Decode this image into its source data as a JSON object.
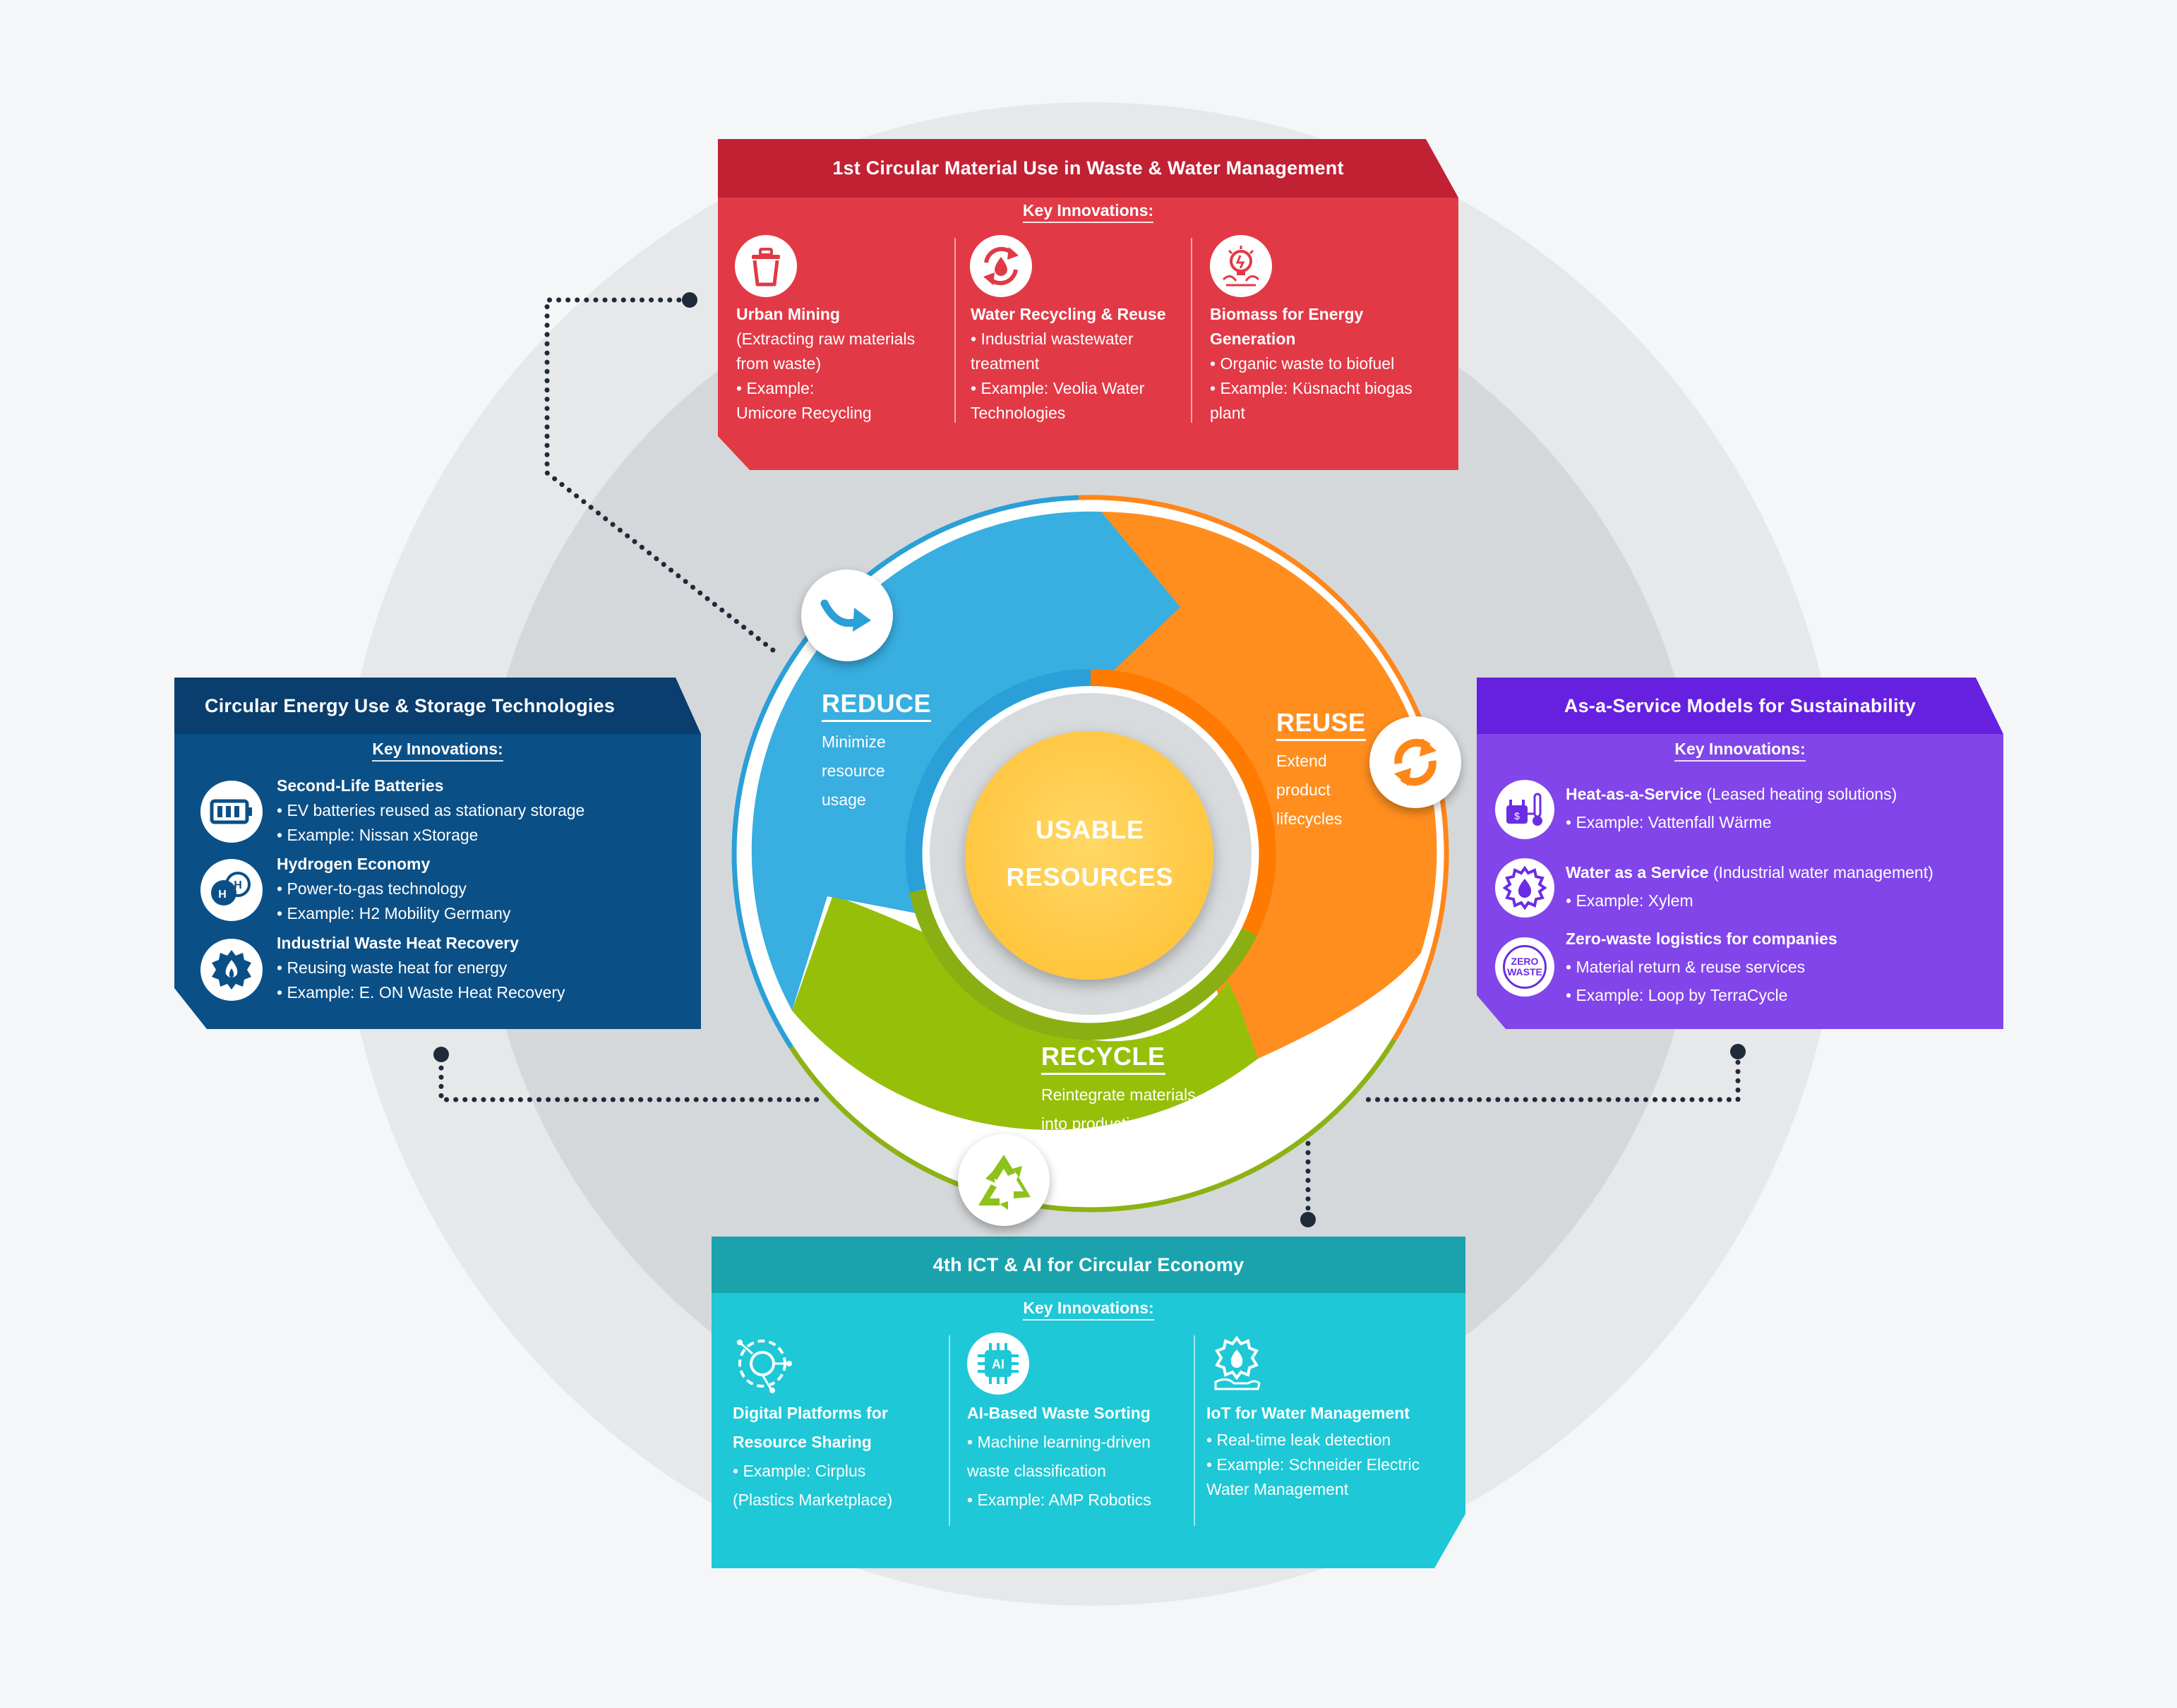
{
  "cycle": {
    "center": {
      "line1": "USABLE",
      "line2": "RESOURCES"
    },
    "reduce": {
      "label": "REDUCE",
      "desc1": "Minimize",
      "desc2": "resource",
      "desc3": "usage"
    },
    "reuse": {
      "label": "REUSE",
      "desc1": "Extend",
      "desc2": "product",
      "desc3": "lifecycles"
    },
    "recycle": {
      "label": "RECYCLE",
      "desc1": "Reintegrate materials",
      "desc2": "into production"
    }
  },
  "top_panel": {
    "title": "1st Circular Material Use in Waste & Water Management",
    "key_label": "Key Innovations:",
    "color_head": "#c12133",
    "color_body": "#e23946",
    "items": [
      {
        "icon": "trash-bin-icon",
        "title": "Urban Mining",
        "lines": [
          "(Extracting raw materials",
          "from  waste)",
          "• Example:",
          "Umicore Recycling"
        ]
      },
      {
        "icon": "water-recycle-icon",
        "title": "Water Recycling & Reuse",
        "lines": [
          "• Industrial wastewater",
          "treatment",
          "• Example: Veolia Water",
          "Technologies"
        ]
      },
      {
        "icon": "biomass-bulb-icon",
        "title_lines": [
          "Biomass for Energy",
          "Generation"
        ],
        "lines": [
          "• Organic waste to biofuel",
          "• Example: Küsnacht biogas",
          "plant"
        ]
      }
    ]
  },
  "left_panel": {
    "title": "Circular Energy Use & Storage Technologies",
    "key_label": "Key Innovations:",
    "color": "#0b4f87",
    "items": [
      {
        "icon": "battery-icon",
        "title": "Second-Life Batteries",
        "lines": [
          "• EV batteries reused as stationary storage",
          "• Example: Nissan xStorage"
        ]
      },
      {
        "icon": "hydrogen-icon",
        "title": "Hydrogen Economy",
        "lines": [
          "• Power-to-gas technology",
          "• Example: H2 Mobility Germany"
        ]
      },
      {
        "icon": "waste-heat-icon",
        "title": "Industrial Waste Heat Recovery",
        "lines": [
          "• Reusing waste heat for energy",
          "• Example: E. ON Waste Heat Recovery"
        ]
      }
    ]
  },
  "right_panel": {
    "title": "As-a-Service Models for Sustainability",
    "key_label": "Key Innovations:",
    "color_head": "#6520e0",
    "color_body": "#8145ea",
    "items": [
      {
        "icon": "heating-icon",
        "title": "Heat-as-a-Service",
        "note": "(Leased heating solutions)",
        "lines": [
          "• Example: Vattenfall Wärme"
        ]
      },
      {
        "icon": "water-gear-icon",
        "title": "Water as a Service",
        "note": "(Industrial water management)",
        "lines": [
          "• Example: Xylem"
        ]
      },
      {
        "icon": "zero-waste-icon",
        "title": "Zero-waste logistics for companies",
        "note": "",
        "lines": [
          "• Material return & reuse services",
          "• Example: Loop by TerraCycle"
        ]
      }
    ],
    "zero_badge": {
      "l1": "ZERO",
      "l2": "WASTE"
    }
  },
  "bottom_panel": {
    "title": "4th ICT & AI for Circular Economy",
    "key_label": "Key Innovations:",
    "color_head": "#1aa3ad",
    "color_body": "#1ec8d6",
    "items": [
      {
        "icon": "digital-platform-icon",
        "title_lines": [
          "Digital Platforms for",
          "Resource Sharing"
        ],
        "lines": [
          "• Example: Cirplus",
          "(Plastics Marketplace)"
        ]
      },
      {
        "icon": "ai-chip-icon",
        "title_lines": [
          "AI-Based Waste Sorting"
        ],
        "lines": [
          "• Machine learning-driven",
          "waste classification",
          "• Example: AMP Robotics"
        ]
      },
      {
        "icon": "iot-water-icon",
        "title_lines": [
          "IoT for Water Management"
        ],
        "lines": [
          "• Real-time leak detection",
          "• Example: Schneider Electric",
          "Water Management"
        ]
      }
    ],
    "ai_chip_label": "AI"
  },
  "colors": {
    "reduce": "#36ade0",
    "reuse": "#ff8c1a",
    "recycle": "#93bd0a",
    "center": "#ffcd4d"
  }
}
